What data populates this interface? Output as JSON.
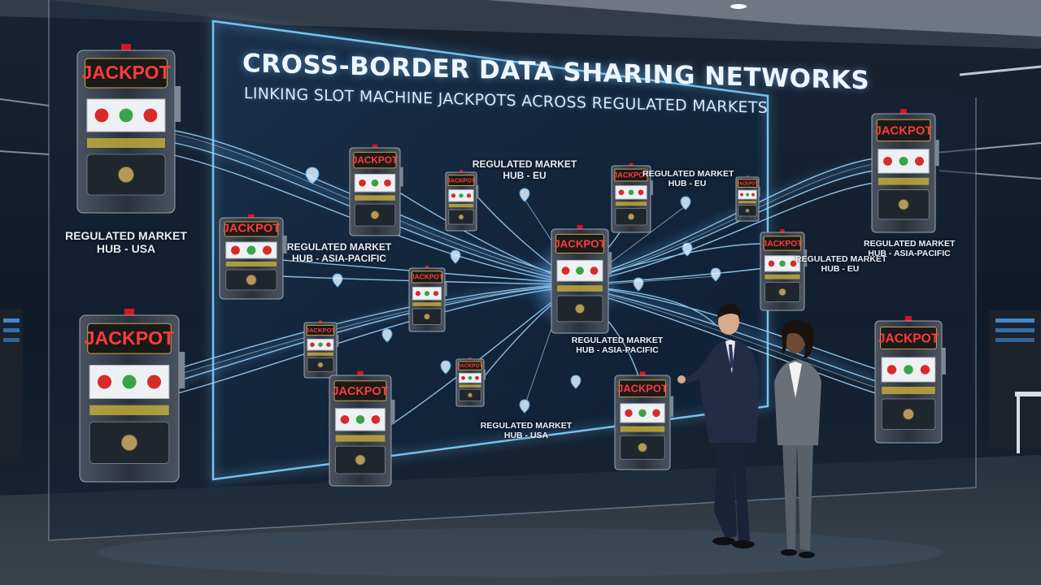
{
  "screen": {
    "title": "CROSS-BORDER DATA SHARING NETWORKS",
    "subtitle": "LINKING SLOT MACHINE JACKPOTS ACROSS REGULATED MARKETS"
  },
  "jackpot_label": "JACKPOT",
  "hub_labels": {
    "usa_left": [
      "REGULATED MARKET",
      "HUB - USA"
    ],
    "apac_left": [
      "REGULATED MARKET",
      "HUB - ASIA-PACIFIC"
    ],
    "eu_top": [
      "REGULATED MARKET",
      "HUB - EU"
    ],
    "eu_top_right": [
      "REGULATED MARKET",
      "HUB - EU"
    ],
    "eu_right": [
      "REGULATED MARKET",
      "HUB - EU"
    ],
    "apac_right": [
      "REGULATED MARKET",
      "HUB - ASIA-PACIFIC"
    ],
    "apac_center": [
      "REGULATED MARKET",
      "HUB - ASIA-PACIFIC"
    ],
    "usa_bottom": [
      "REGULATED MARKET",
      "HUB - USA"
    ]
  },
  "colors": {
    "glow": "#5fb8ff",
    "panel_edge": "#7fd0ff",
    "jackpot_red": "#d9141d",
    "cabinet": "#2b3340"
  }
}
